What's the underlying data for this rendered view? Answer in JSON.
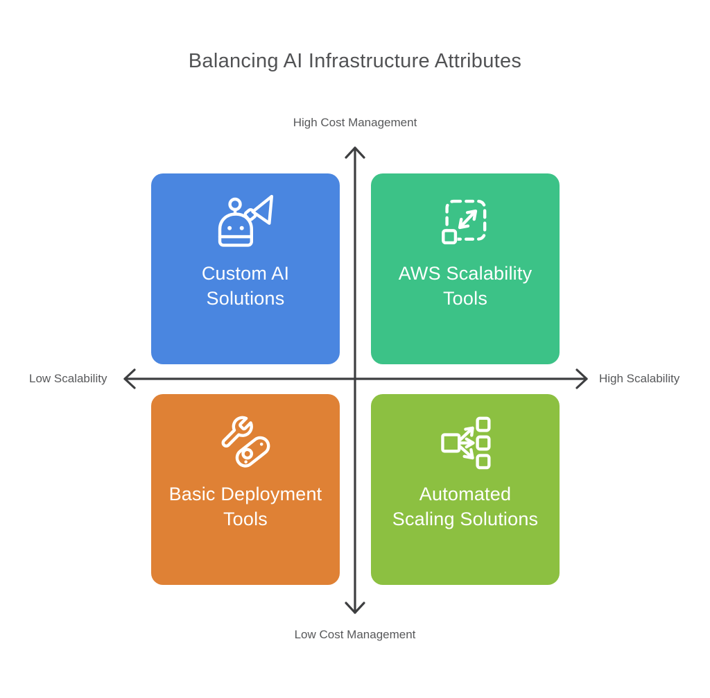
{
  "title": "Balancing AI Infrastructure Attributes",
  "axes": {
    "top": "High Cost Management",
    "bottom": "Low Cost Management",
    "left": "Low Scalability",
    "right": "High Scalability"
  },
  "quadrants": [
    {
      "position": "top-left",
      "name": "Custom AI Solutions",
      "lines": [
        "Custom AI",
        "Solutions"
      ],
      "color": "#4a86e0",
      "icon": "robot-megaphone-icon"
    },
    {
      "position": "top-right",
      "name": "AWS Scalability Tools",
      "lines": [
        "AWS Scalability",
        "Tools"
      ],
      "color": "#3cc287",
      "icon": "resize-expand-icon"
    },
    {
      "position": "bottom-left",
      "name": "Basic Deployment Tools",
      "lines": [
        "Basic Deployment",
        "Tools"
      ],
      "color": "#df8135",
      "icon": "wrench-tools-icon"
    },
    {
      "position": "bottom-right",
      "name": "Automated Scaling Solutions",
      "lines": [
        "Automated",
        "Scaling Solutions"
      ],
      "color": "#8cc041",
      "icon": "distribution-icon"
    }
  ],
  "colors": {
    "background": "#ffffff",
    "axis_line": "#3d3e40",
    "label_text": "#57585a",
    "title_text": "#515254",
    "quadrant_text": "#ffffff"
  }
}
